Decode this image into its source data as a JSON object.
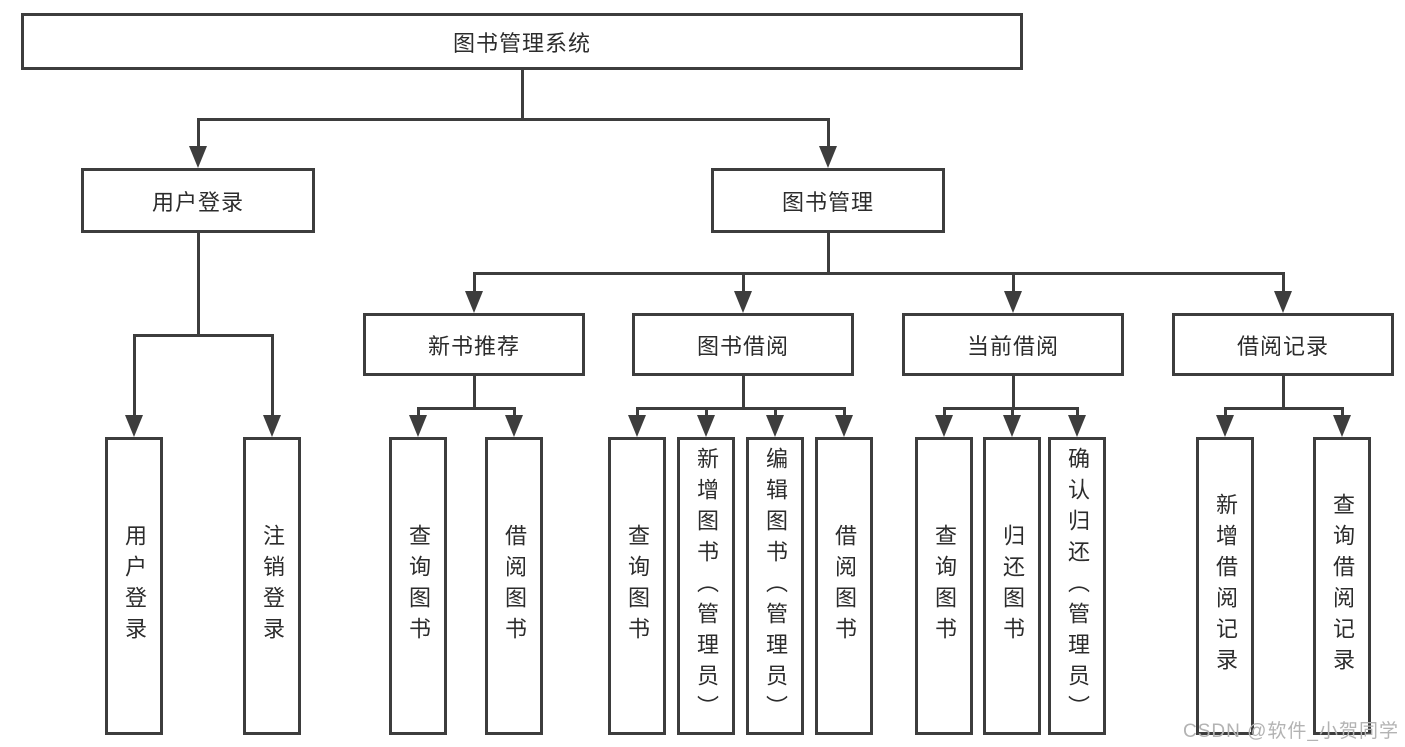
{
  "colors": {
    "line": "#3d3d3d",
    "text": "#2c2c2c",
    "background": "#ffffff",
    "watermark": "#b3b3b3"
  },
  "watermark": "CSDN @软件_小贺同学",
  "diagram": {
    "root": {
      "label": "图书管理系统"
    },
    "branches": {
      "user_login": {
        "label": "用户登录",
        "children": {
          "login": {
            "label": "用户登录"
          },
          "logout": {
            "label": "注销登录"
          }
        }
      },
      "book_mgmt": {
        "label": "图书管理",
        "children": {
          "new_book_rec": {
            "label": "新书推荐",
            "children": {
              "query_book": {
                "label": "查询图书"
              },
              "borrow_book": {
                "label": "借阅图书"
              }
            }
          },
          "book_borrow": {
            "label": "图书借阅",
            "children": {
              "query_book": {
                "label": "查询图书"
              },
              "add_book": {
                "label": "新增图书（管理员）"
              },
              "edit_book": {
                "label": "编辑图书（管理员）"
              },
              "borrow_book": {
                "label": "借阅图书"
              }
            }
          },
          "current_borrow": {
            "label": "当前借阅",
            "children": {
              "query_book": {
                "label": "查询图书"
              },
              "return_book": {
                "label": "归还图书"
              },
              "confirm_return": {
                "label": "确认归还（管理员）"
              }
            }
          },
          "borrow_records": {
            "label": "借阅记录",
            "children": {
              "add_record": {
                "label": "新增借阅记录"
              },
              "query_record": {
                "label": "查询借阅记录"
              }
            }
          }
        }
      }
    }
  }
}
